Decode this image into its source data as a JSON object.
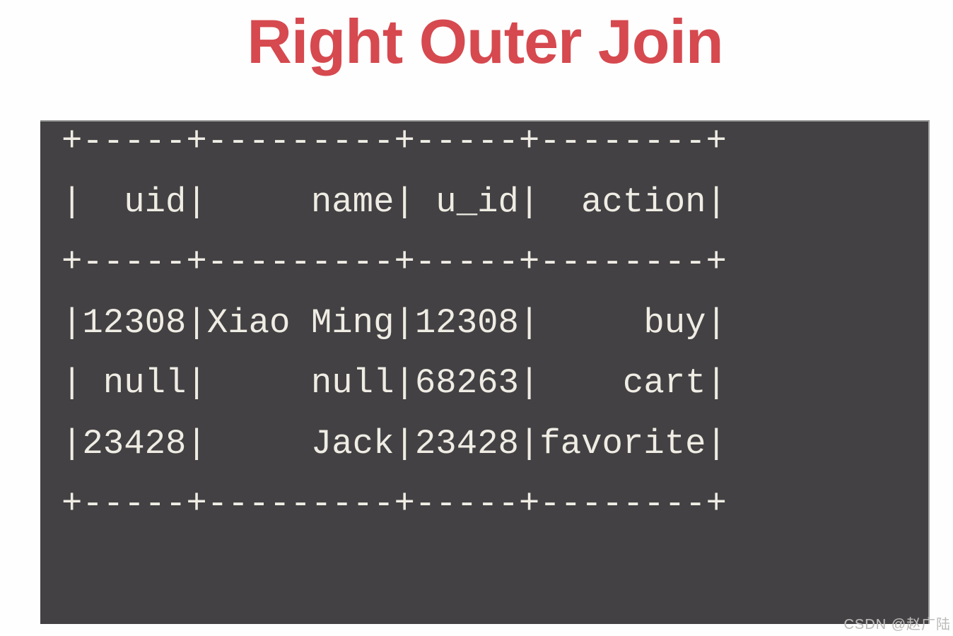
{
  "title": {
    "text": "Right Outer Join",
    "color": "#d6494f"
  },
  "terminal": {
    "background": "#434143",
    "text_color": "#efece4",
    "ascii": "+-----+---------+-----+--------+\n|  uid|     name| u_id|  action|\n+-----+---------+-----+--------+\n|12308|Xiao Ming|12308|     buy|\n| null|     null|68263|    cart|\n|23428|     Jack|23428|favorite|\n+-----+---------+-----+--------+",
    "table": {
      "columns": [
        "uid",
        "name",
        "u_id",
        "action"
      ],
      "rows": [
        [
          "12308",
          "Xiao Ming",
          "12308",
          "buy"
        ],
        [
          "null",
          "null",
          "68263",
          "cart"
        ],
        [
          "23428",
          "Jack",
          "23428",
          "favorite"
        ]
      ]
    }
  },
  "watermark": {
    "text": "CSDN @赵广陆",
    "color": "#bdbbb9"
  }
}
